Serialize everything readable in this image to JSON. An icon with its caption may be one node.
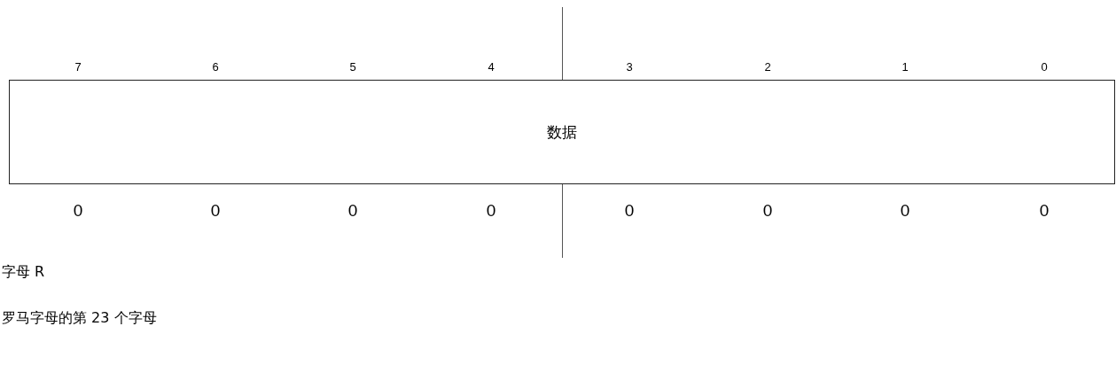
{
  "diagram": {
    "nodes": [
      {
        "text": [
          "数据"
        ]
      }
    ],
    "labels": [
      "7",
      "6",
      "5",
      "4",
      "3",
      "2",
      "1",
      "0",
      "0",
      "0",
      "0",
      "0",
      "0",
      "0",
      "0",
      "0",
      "字母 R",
      "罗马字母的第 23 个字母"
    ]
  }
}
